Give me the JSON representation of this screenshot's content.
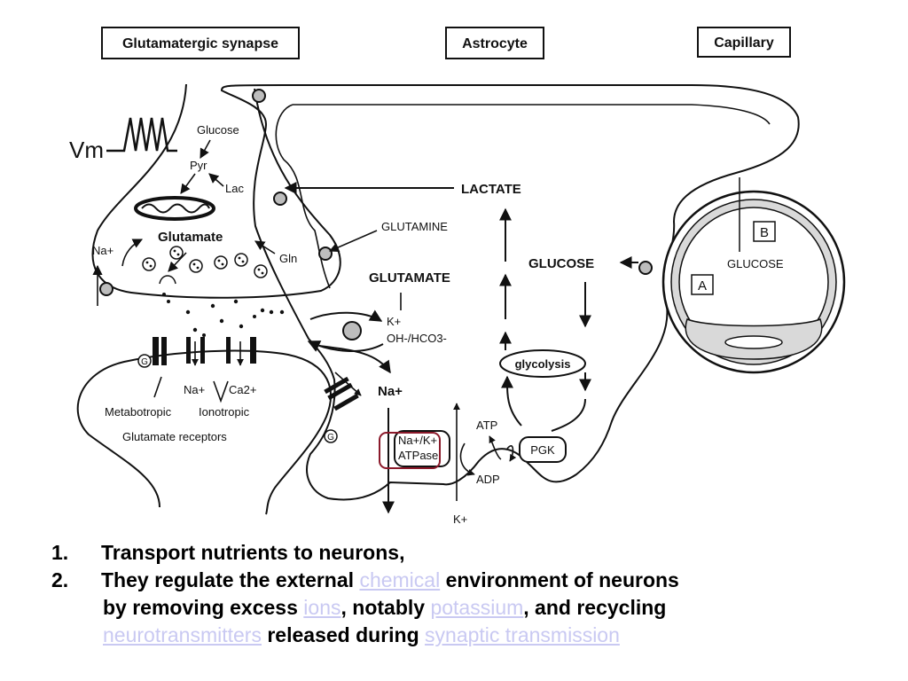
{
  "headers": {
    "synapse": "Glutamatergic synapse",
    "astrocyte": "Astrocyte",
    "capillary": "Capillary"
  },
  "neuron": {
    "vm": "Vm",
    "glucose": "Glucose",
    "pyr": "Pyr",
    "lac": "Lac",
    "glutamate": "Glutamate",
    "gln": "Gln",
    "na": "Na+",
    "receptor_na": "Na+",
    "receptor_ca": "Ca2+",
    "metabotropic": "Metabotropic",
    "ionotropic": "Ionotropic",
    "receptors": "Glutamate receptors",
    "g_top": "G",
    "g_bottom": "G"
  },
  "astrocyte": {
    "lactate": "LACTATE",
    "glutamine": "GLUTAMINE",
    "glutamate": "GLUTAMATE",
    "glucose": "GLUCOSE",
    "k_plus": "K+",
    "oh_hco3": "OH-/HCO3-",
    "na_plus": "Na+",
    "glycolysis": "glycolysis",
    "atp": "ATP",
    "adp": "ADP",
    "pgk": "PGK",
    "atpase_line1": "Na+/K+",
    "atpase_line2": "ATPase",
    "k_out": "K+"
  },
  "capillary": {
    "glucose": "GLUCOSE",
    "box_a": "A",
    "box_b": "B"
  },
  "notes": {
    "item1_num": "1.",
    "item1_text": "Transport nutrients to neurons,",
    "item2_num": "2.",
    "item2_a": "They regulate the external ",
    "item2_link1": "chemical",
    "item2_b": " environment of neurons",
    "item2_c": "by removing excess ",
    "item2_link2": "ions",
    "item2_d": ", notably ",
    "item2_link3": "potassium",
    "item2_e": ", and recycling",
    "item2_link4": "neurotransmitters",
    "item2_f": " released during ",
    "item2_link5": "synaptic transmission"
  },
  "colors": {
    "link": "#c9c9f2",
    "highlight_box": "#8b1a2b",
    "membrane_fill": "#d9d9d9"
  }
}
